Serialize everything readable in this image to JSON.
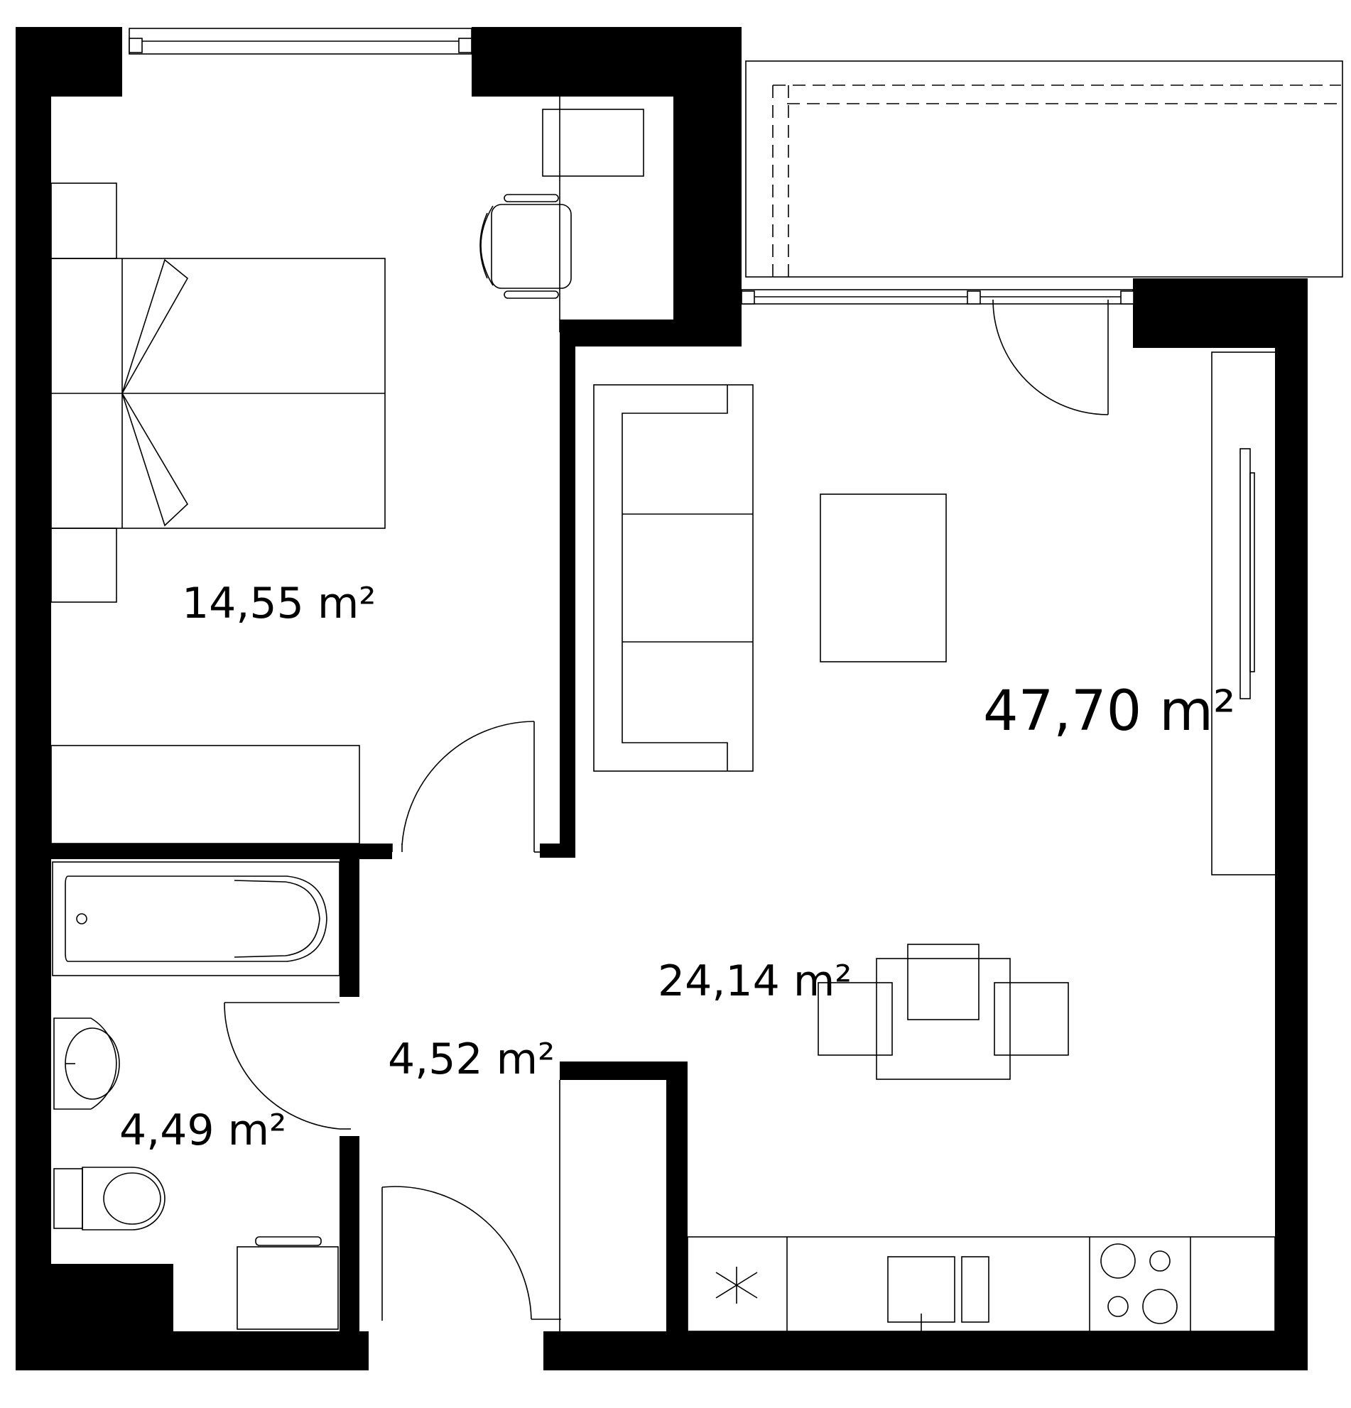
{
  "rooms": [
    {
      "id": "bedroom",
      "area_label": "14,55 m²"
    },
    {
      "id": "living-room",
      "area_label": "47,70 m²"
    },
    {
      "id": "kitchen-dining",
      "area_label": "24,14 m²"
    },
    {
      "id": "hallway",
      "area_label": "4,52 m²"
    },
    {
      "id": "bathroom",
      "area_label": "4,49 m²"
    }
  ],
  "colors": {
    "walls": "#000000",
    "background": "#ffffff",
    "lines": "#000000"
  }
}
